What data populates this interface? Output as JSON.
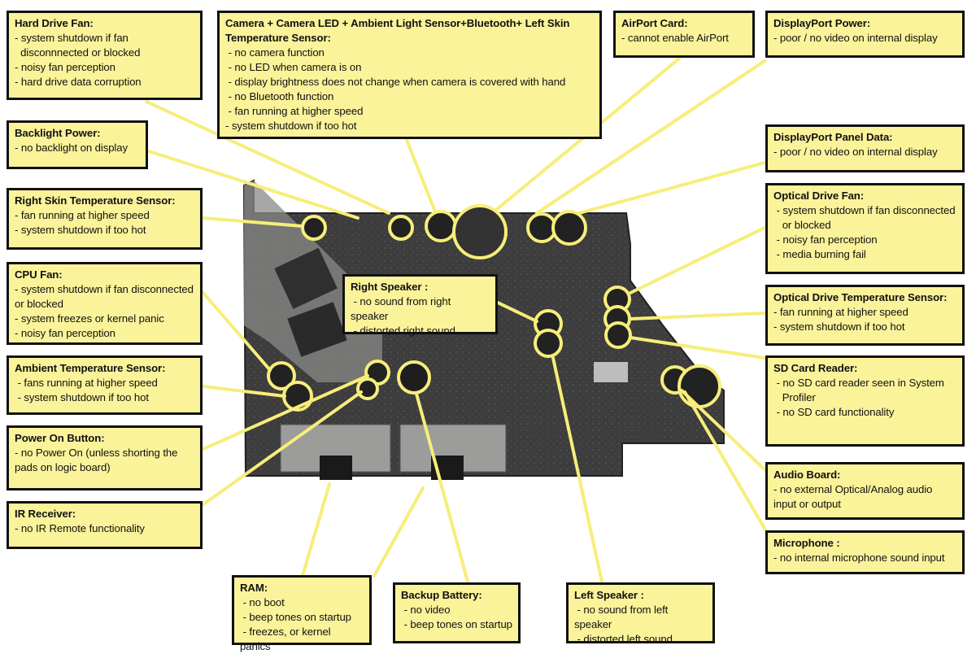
{
  "callouts": {
    "hard_drive_fan": {
      "title": "Hard Drive Fan:",
      "items": [
        "- system shutdown if fan",
        "  disconnnected or blocked",
        "- noisy fan perception",
        "- hard drive data corruption"
      ]
    },
    "camera": {
      "title": "Camera + Camera LED + Ambient Light Sensor+Bluetooth+ Left Skin Temperature Sensor:",
      "items": [
        " - no camera function",
        " - no LED when camera is on",
        " - display brightness does not change when camera is covered with hand",
        " - no Bluetooth function",
        " - fan running at higher speed",
        "- system shutdown if too hot"
      ]
    },
    "airport_card": {
      "title": "AirPort Card:",
      "items": [
        "- cannot enable AirPort"
      ]
    },
    "displayport_power": {
      "title": "DisplayPort Power:",
      "items": [
        "- poor / no video on internal display"
      ]
    },
    "backlight_power": {
      "title": "Backlight Power:",
      "items": [
        "- no backlight on display"
      ]
    },
    "displayport_panel_data": {
      "title": "DisplayPort Panel Data:",
      "items": [
        "- poor / no video on internal display"
      ]
    },
    "right_skin_temp": {
      "title": "Right Skin Temperature Sensor:",
      "items": [
        "- fan running at higher speed",
        "- system shutdown if too hot"
      ]
    },
    "optical_drive_fan": {
      "title": "Optical Drive Fan:",
      "items": [
        " - system shutdown if fan disconnected",
        "   or blocked",
        " - noisy fan perception",
        " - media burning fail"
      ]
    },
    "cpu_fan": {
      "title": "CPU Fan:",
      "items": [
        "- system shutdown if fan disconnected",
        "or blocked",
        "- system freezes or kernel panic",
        "- noisy fan perception"
      ]
    },
    "right_speaker": {
      "title": "Right Speaker :",
      "items": [
        " - no sound from right speaker",
        " - distorted right sound"
      ]
    },
    "optical_drive_temp": {
      "title": "Optical Drive Temperature Sensor:",
      "items": [
        "- fan running at higher speed",
        "- system shutdown if too hot"
      ]
    },
    "ambient_temp": {
      "title": "Ambient Temperature Sensor:",
      "items": [
        " - fans running at higher speed",
        " - system shutdown if too hot"
      ]
    },
    "sd_card_reader": {
      "title": "SD Card Reader:",
      "items": [
        " - no SD card reader seen in System",
        "   Profiler",
        " - no SD card functionality"
      ]
    },
    "power_on_button": {
      "title": "Power On Button:",
      "items": [
        "- no Power On (unless shorting the",
        "pads on logic board)"
      ]
    },
    "audio_board": {
      "title": "Audio Board:",
      "items": [
        "- no external Optical/Analog audio",
        "input or output"
      ]
    },
    "ir_receiver": {
      "title": "IR Receiver:",
      "items": [
        "- no IR Remote functionality"
      ]
    },
    "microphone": {
      "title": "Microphone :",
      "items": [
        "- no internal microphone sound input"
      ]
    },
    "ram": {
      "title": "RAM:",
      "items": [
        " - no boot",
        " - beep tones on startup",
        " - freezes, or kernel panics"
      ]
    },
    "backup_battery": {
      "title": "Backup Battery:",
      "items": [
        " - no video",
        " - beep tones on startup"
      ]
    },
    "left_speaker": {
      "title": "Left Speaker :",
      "items": [
        " - no sound from left speaker",
        " - distorted left sound"
      ]
    }
  },
  "colors": {
    "callout_fill": "#fbf39a",
    "callout_border": "#111111",
    "leader_line": "#f6ee7a",
    "board": "#3a3a3a"
  }
}
